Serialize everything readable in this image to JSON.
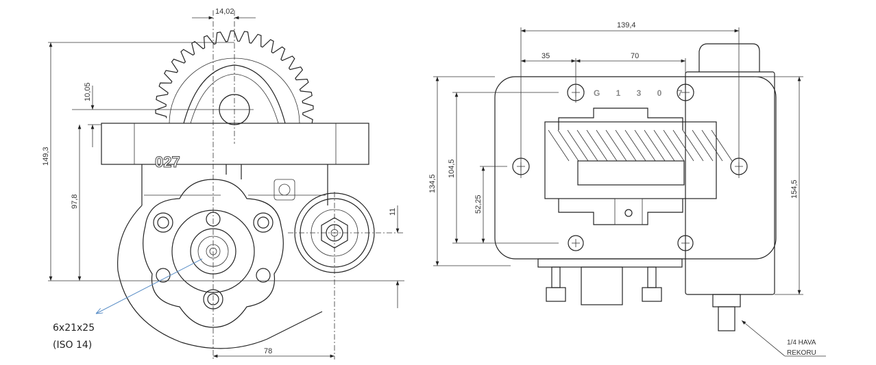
{
  "left_view": {
    "dimensions": {
      "top_offset": "14,02",
      "total_height": "149,3",
      "shaft_height": "97,8",
      "gear_offset": "10,05",
      "side_offset": "11",
      "center_distance": "78"
    },
    "part_marking": "027",
    "shaft_note": {
      "line1": "6x21x25",
      "line2": "(ISO 14)"
    },
    "leader_color": "#5b8fc7"
  },
  "right_view": {
    "dimensions": {
      "overall_width": "139,4",
      "hole_offset": "35",
      "hole_spacing": "70",
      "plate_height": "134,5",
      "hole_vertical_spacing": "104,5",
      "hole_center_height": "52,25",
      "total_height": "154,5"
    },
    "engraving": "G 1 3 0 7",
    "fitting_note": {
      "line1": "1/4 HAVA",
      "line2": "REKORU"
    }
  }
}
